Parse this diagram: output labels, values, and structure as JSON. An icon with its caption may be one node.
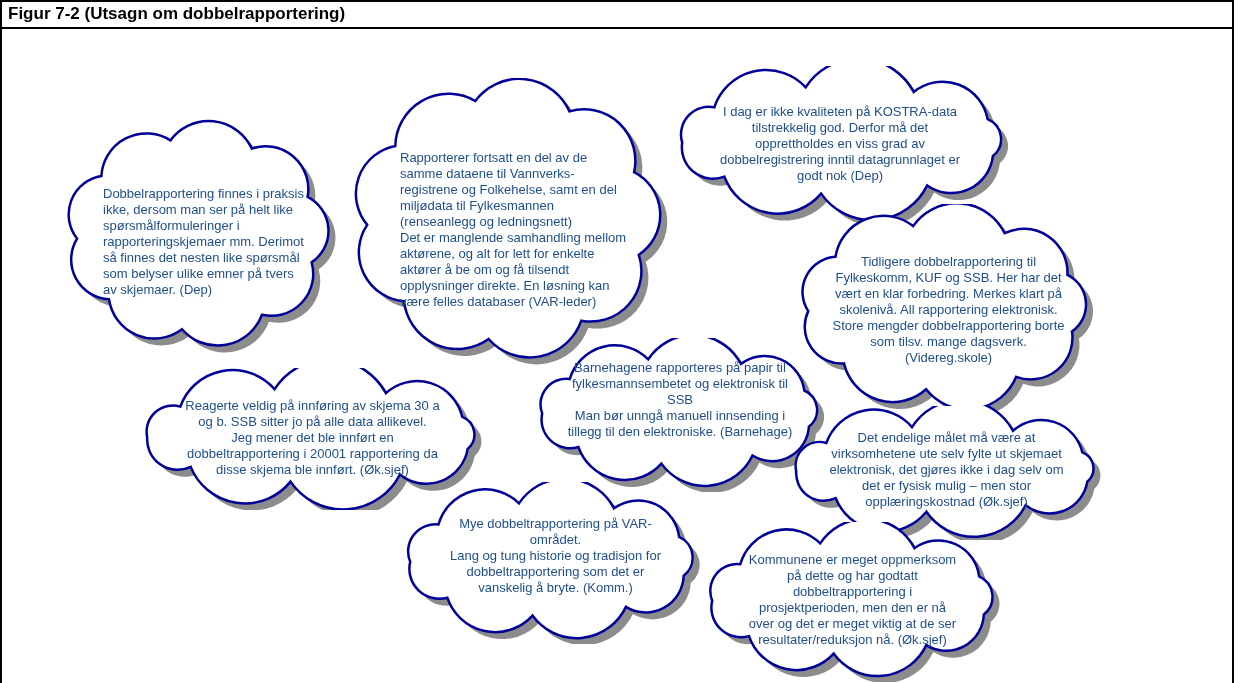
{
  "diagram": {
    "title": "Figur 7-2 (Utsagn om dobbelrapportering)",
    "nodes": [
      {
        "text": [
          "Dobbelrapportering finnes i praksis ikke, dersom man ser på helt like spørsmålformuleringer i rapporteringskjemaer mm. Derimot så finnes det nesten like spørsmål som belyser ulike emner på tvers av skjemaer. (Dep)"
        ]
      },
      {
        "text": [
          "Rapporterer fortsatt en del av de samme dataene til Vannverks-registrene og Folkehelse, samt en del miljødata til Fylkesmannen (renseanlegg og ledningsnett)",
          "Det er manglende samhandling mellom aktørene, og alt for lett for enkelte aktører å be om og få tilsendt opplysninger direkte. En løsning kan være felles databaser (VAR-leder)"
        ]
      },
      {
        "text": [
          "I dag er ikke kvaliteten på KOSTRA-data tilstrekkelig god. Derfor må det opprettholdes en viss grad av dobbelregistrering inntil datagrunnlaget er godt nok (Dep)"
        ]
      },
      {
        "text": [
          "Tidligere dobbelrapportering til Fylkeskomm, KUF og SSB.  Her har det vært en klar forbedring. Merkes klart på skolenivå.  All rapportering elektronisk. Store mengder dobbelrapportering borte som tilsv. mange dagsverk. (Videreg.skole)"
        ]
      },
      {
        "text": [
          "Reagerte veldig på innføring av skjema 30 a og b. SSB sitter jo på alle data allikevel.",
          "Jeg mener det ble innført en dobbeltrapportering i 20001 rapportering da disse skjema ble innført. (Øk.sjef)"
        ]
      },
      {
        "text": [
          "Barnehagene rapporteres på papir til fylkesmannsembetet og elektronisk til SSB",
          "Man bør unngå manuell innsending i tillegg til den elektroniske. (Barnehage)"
        ]
      },
      {
        "text": [
          "Det endelige målet må være at virksomhetene ute selv fylte ut skjemaet elektronisk, det gjøres ikke i dag selv om det er fysisk mulig – men stor opplæringskostnad (Øk.sjef)"
        ]
      },
      {
        "text": [
          "Mye dobbeltrapportering på VAR-området.",
          "Lang og tung historie og tradisjon for dobbeltrapportering som det er vanskelig å bryte. (Komm.)"
        ]
      },
      {
        "text": [
          "Kommunene er meget oppmerksom på dette og har godtatt dobbeltrapportering i prosjektperioden, men den er nå over og det er meget viktig at de ser resultater/reduksjon nå. (Øk.sjef)"
        ]
      }
    ]
  }
}
